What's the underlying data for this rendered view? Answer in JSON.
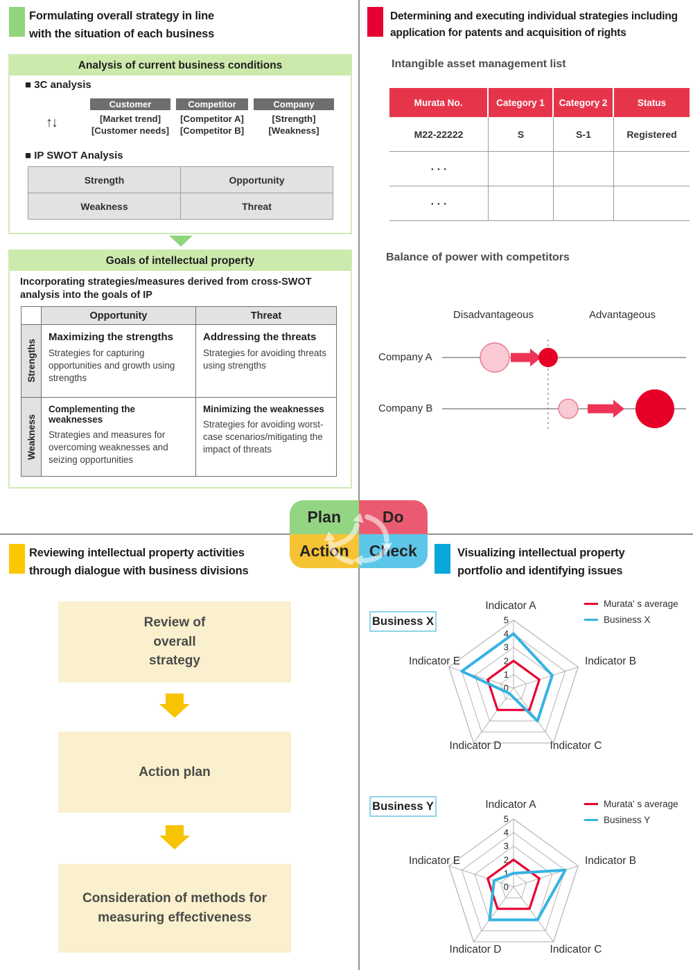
{
  "pdca": {
    "plan": "Plan",
    "do": "Do",
    "check": "Check",
    "action": "Action"
  },
  "plan_section": {
    "title": "Formulating overall strategy in line\nwith the situation of each business",
    "accent": "#8fd67d",
    "analysis": {
      "header": "Analysis of current business conditions",
      "c3_title": "■ 3C analysis",
      "updown": "↑↓",
      "c3_headers": [
        "Customer",
        "Competitor",
        "Company"
      ],
      "c3_cols": [
        [
          "[Market trend]",
          "[Customer needs]"
        ],
        [
          "[Competitor A]",
          "[Competitor B]"
        ],
        [
          "[Strength]",
          "[Weakness]"
        ]
      ],
      "swot_title": "■ IP SWOT Analysis",
      "swot": [
        "Strength",
        "Opportunity",
        "Weakness",
        "Threat"
      ]
    },
    "goals": {
      "header": "Goals of intellectual property",
      "desc": "Incorporating strategies/measures derived from cross-SWOT analysis into the goals of IP",
      "cols": [
        "Opportunity",
        "Threat"
      ],
      "rows": [
        "Strengths",
        "Weakness"
      ],
      "cells": [
        {
          "t": "Maximizing the strengths",
          "b": "Strategies for capturing opportunities and growth using strengths"
        },
        {
          "t": "Addressing the threats",
          "b": "Strategies for avoiding threats using strengths"
        },
        {
          "t": "Complementing the weaknesses",
          "b": "Strategies and measures for overcoming weaknesses and seizing opportunities"
        },
        {
          "t": "Minimizing the weaknesses",
          "b": "Strategies for avoiding worst-case scenarios/mitigating the impact of threats"
        }
      ]
    }
  },
  "do_section": {
    "title": "Determining and executing individual strategies including\napplication for patents and acquisition of rights",
    "accent": "#e60033",
    "list_title": "Intangible asset management list",
    "table": {
      "headers": [
        "Murata No.",
        "Category 1",
        "Category 2",
        "Status"
      ],
      "rows": [
        [
          "M22-22222",
          "S",
          "S-1",
          "Registered"
        ],
        [
          "•••",
          "",
          "",
          ""
        ],
        [
          "•••",
          "",
          "",
          ""
        ]
      ]
    },
    "balance_title": "Balance of power with competitors"
  },
  "action_section": {
    "title": "Reviewing intellectual property activities\nthrough dialogue with business divisions",
    "accent": "#fcc800",
    "steps": [
      "Review of\noverall\nstrategy",
      "Action plan",
      "Consideration of methods for\nmeasuring effectiveness"
    ]
  },
  "check_section": {
    "title": "Visualizing intellectual property\nportfolio and identifying issues",
    "accent": "#0aa7dc",
    "businesses": [
      "Business X",
      "Business Y"
    ]
  },
  "chart_data": [
    {
      "type": "radar",
      "title": "Business X intellectual property portfolio",
      "axes": [
        "Indicator A",
        "Indicator B",
        "Indicator C",
        "Indicator D",
        "Indicator E"
      ],
      "ylim": [
        0,
        5
      ],
      "ticks": [
        0,
        1,
        2,
        3,
        4,
        5
      ],
      "grid": true,
      "legend_position": "top-right",
      "series": [
        {
          "name": "Murata' s average",
          "color": "#e60033",
          "values": [
            2,
            2,
            2,
            2,
            2
          ]
        },
        {
          "name": "Business X",
          "color": "#35b3e3",
          "values": [
            4,
            3,
            3,
            0.5,
            4
          ]
        }
      ]
    },
    {
      "type": "radar",
      "title": "Business Y intellectual property portfolio",
      "axes": [
        "Indicator A",
        "Indicator B",
        "Indicator C",
        "Indicator D",
        "Indicator E"
      ],
      "ylim": [
        0,
        5
      ],
      "ticks": [
        0,
        1,
        2,
        3,
        4,
        5
      ],
      "grid": true,
      "legend_position": "top-right",
      "series": [
        {
          "name": "Murata' s average",
          "color": "#e60033",
          "values": [
            2,
            2,
            2,
            2,
            2
          ]
        },
        {
          "name": "Business Y",
          "color": "#35b3e3",
          "values": [
            1,
            4,
            3,
            3,
            1.5
          ]
        }
      ]
    },
    {
      "type": "bubble-arrow",
      "title": "Balance of power with competitors",
      "zones": [
        "Disadvantageous",
        "Advantageous"
      ],
      "axis": {
        "x1": 638,
        "x2": 990,
        "divider_x": 791,
        "y_top": 490,
        "y_bottom": 623
      },
      "rows": [
        {
          "label": "Company A",
          "y": 516,
          "before": {
            "cx": 714,
            "r": 21
          },
          "arrow": {
            "x1": 737,
            "x2": 781
          },
          "after": {
            "cx": 791,
            "r": 14
          }
        },
        {
          "label": "Company B",
          "y": 590,
          "before": {
            "cx": 820,
            "r": 14
          },
          "arrow": {
            "x1": 848,
            "x2": 901
          },
          "after": {
            "cx": 945,
            "r": 28
          }
        }
      ],
      "colors": {
        "before_fill": "#f9cad4",
        "before_stroke": "#e8798f",
        "after_fill": "#e60027",
        "arrow": "#ed3456",
        "line": "#8a8a8a"
      }
    }
  ]
}
